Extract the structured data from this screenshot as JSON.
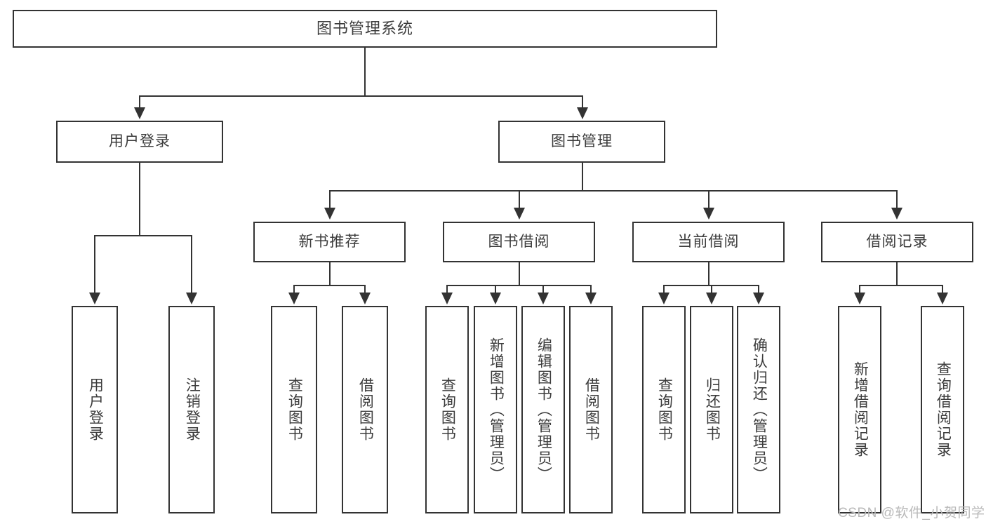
{
  "diagram": {
    "title": "图书管理系统",
    "watermark": "CSDN @软件_小贺同学",
    "colors": {
      "border": "#333333",
      "text": "#3c3c3c",
      "background": "#ffffff",
      "watermark": "#b9b9b9"
    },
    "root": {
      "label": "图书管理系统"
    },
    "level2": [
      {
        "label": "用户登录"
      },
      {
        "label": "图书管理"
      }
    ],
    "level3": [
      {
        "label": "新书推荐"
      },
      {
        "label": "图书借阅"
      },
      {
        "label": "当前借阅"
      },
      {
        "label": "借阅记录"
      }
    ],
    "leaves": {
      "user_login": [
        {
          "label": "用户登录"
        },
        {
          "label": "注销登录"
        }
      ],
      "new_book_recommend": [
        {
          "label": "查询图书"
        },
        {
          "label": "借阅图书"
        }
      ],
      "book_borrow": [
        {
          "label": "查询图书"
        },
        {
          "label": "新增图书（管理员）"
        },
        {
          "label": "编辑图书（管理员）"
        },
        {
          "label": "借阅图书"
        }
      ],
      "current_borrow": [
        {
          "label": "查询图书"
        },
        {
          "label": "归还图书"
        },
        {
          "label": "确认归还（管理员）"
        }
      ],
      "borrow_record": [
        {
          "label": "新增借阅记录"
        },
        {
          "label": "查询借阅记录"
        }
      ]
    }
  }
}
